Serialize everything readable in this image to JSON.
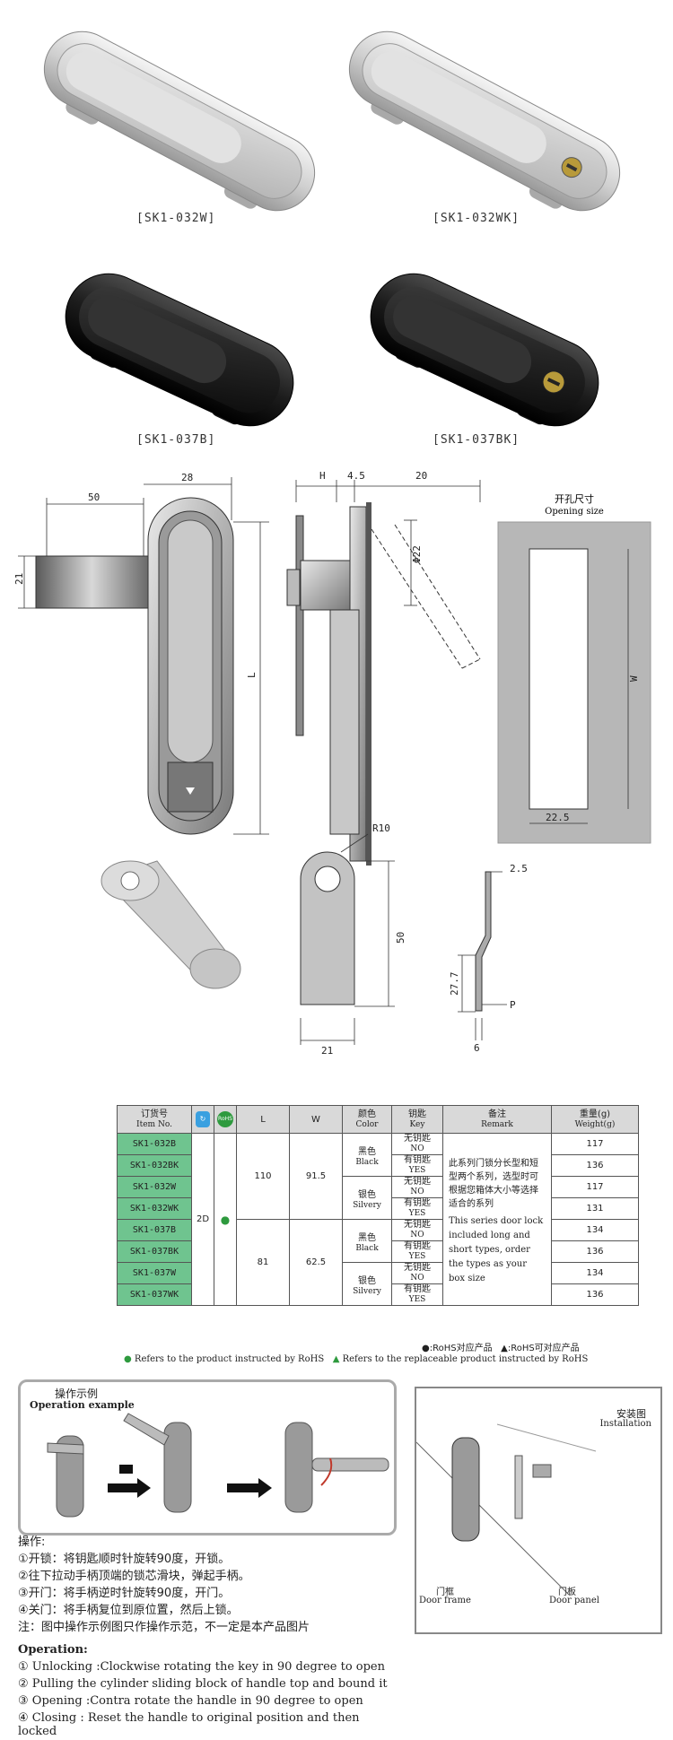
{
  "products": [
    {
      "caption": "[SK1-032W]"
    },
    {
      "caption": "[SK1-032WK]"
    },
    {
      "caption": "[SK1-037B]"
    },
    {
      "caption": "[SK1-037BK]"
    }
  ],
  "drawing": {
    "dim_50": "50",
    "dim_28": "28",
    "dim_21": "21",
    "dim_L": "L",
    "dim_H": "H",
    "dim_45": "4.5",
    "dim_20": "20",
    "dim_phi22": "Φ22",
    "opening_cn": "开孔尺寸",
    "opening_en": "Opening size",
    "dim_W": "W",
    "dim_225": "22.5",
    "dim_R10": "R10",
    "dim_50b": "50",
    "dim_21b": "21",
    "dim_25": "2.5",
    "dim_277": "27.7",
    "dim_6": "6",
    "dim_P": "P"
  },
  "table": {
    "headers": {
      "item_cn": "订货号",
      "item_en": "Item No.",
      "rohs_label": "RoHS",
      "L": "L",
      "W": "W",
      "color_cn": "颜色",
      "color_en": "Color",
      "key_cn": "钥匙",
      "key_en": "Key",
      "remark_cn": "备注",
      "remark_en": "Remark",
      "weight_cn": "重量(g)",
      "weight_en": "Weight(g)"
    },
    "rows": [
      {
        "item": "SK1-032B",
        "key_cn": "无钥匙",
        "key_en": "NO",
        "weight": "117"
      },
      {
        "item": "SK1-032BK",
        "key_cn": "有钥匙",
        "key_en": "YES",
        "weight": "136"
      },
      {
        "item": "SK1-032W",
        "key_cn": "无钥匙",
        "key_en": "NO",
        "weight": "117"
      },
      {
        "item": "SK1-032WK",
        "key_cn": "有钥匙",
        "key_en": "YES",
        "weight": "131"
      },
      {
        "item": "SK1-037B",
        "key_cn": "无钥匙",
        "key_en": "NO",
        "weight": "134"
      },
      {
        "item": "SK1-037BK",
        "key_cn": "有钥匙",
        "key_en": "YES",
        "weight": "136"
      },
      {
        "item": "SK1-037W",
        "key_cn": "无钥匙",
        "key_en": "NO",
        "weight": "134"
      },
      {
        "item": "SK1-037WK",
        "key_cn": "有钥匙",
        "key_en": "YES",
        "weight": "136"
      }
    ],
    "type2d": "2D",
    "group1": {
      "L": "110",
      "W": "91.5"
    },
    "group2": {
      "L": "81",
      "W": "62.5"
    },
    "black_cn": "黑色",
    "black_en": "Black",
    "silver_cn": "银色",
    "silver_en": "Silvery",
    "remark_cn": "此系列门锁分长型和短型两个系列，选型时可根据您箱体大小等选择适合的系列",
    "remark_en": "This series door lock included long and short types, order the types as your box size",
    "legend_rohs": "●:RoHS对应产品",
    "legend_replace": "▲:RoHS可对应产品",
    "note_rohs": "Refers to the product instructed by RoHS",
    "note_replace": "Refers to the replaceable product instructed by RoHS"
  },
  "operation_panel": {
    "title_cn": "操作示例",
    "title_en": "Operation example"
  },
  "install_panel": {
    "title_cn": "安装图",
    "title_en": "Installation",
    "frame_cn": "门框",
    "frame_en": "Door frame",
    "panel_cn": "门板",
    "panel_en": "Door panel"
  },
  "ops_cn": {
    "title": "操作:",
    "lines": [
      "①开锁：将钥匙顺时针旋转90度，开锁。",
      "②往下拉动手柄顶端的锁芯滑块，弹起手柄。",
      "③开门：将手柄逆时针旋转90度，开门。",
      "④关门：将手柄复位到原位置，然后上锁。",
      "注：图中操作示例图只作操作示范，不一定是本产品图片"
    ]
  },
  "ops_en": {
    "title": "Operation:",
    "lines": [
      "① Unlocking :Clockwise rotating the key in 90 degree to open",
      "② Pulling the cylinder sliding block of handle top and bound it",
      "③ Opening :Contra rotate the handle in 90 degree to open",
      "④ Closing : Reset the handle to original position and then",
      "locked"
    ]
  },
  "colors": {
    "green": "#6fc48f",
    "rohs_blue": "#3aa0e0",
    "rohs_green": "#2e9a3e"
  }
}
